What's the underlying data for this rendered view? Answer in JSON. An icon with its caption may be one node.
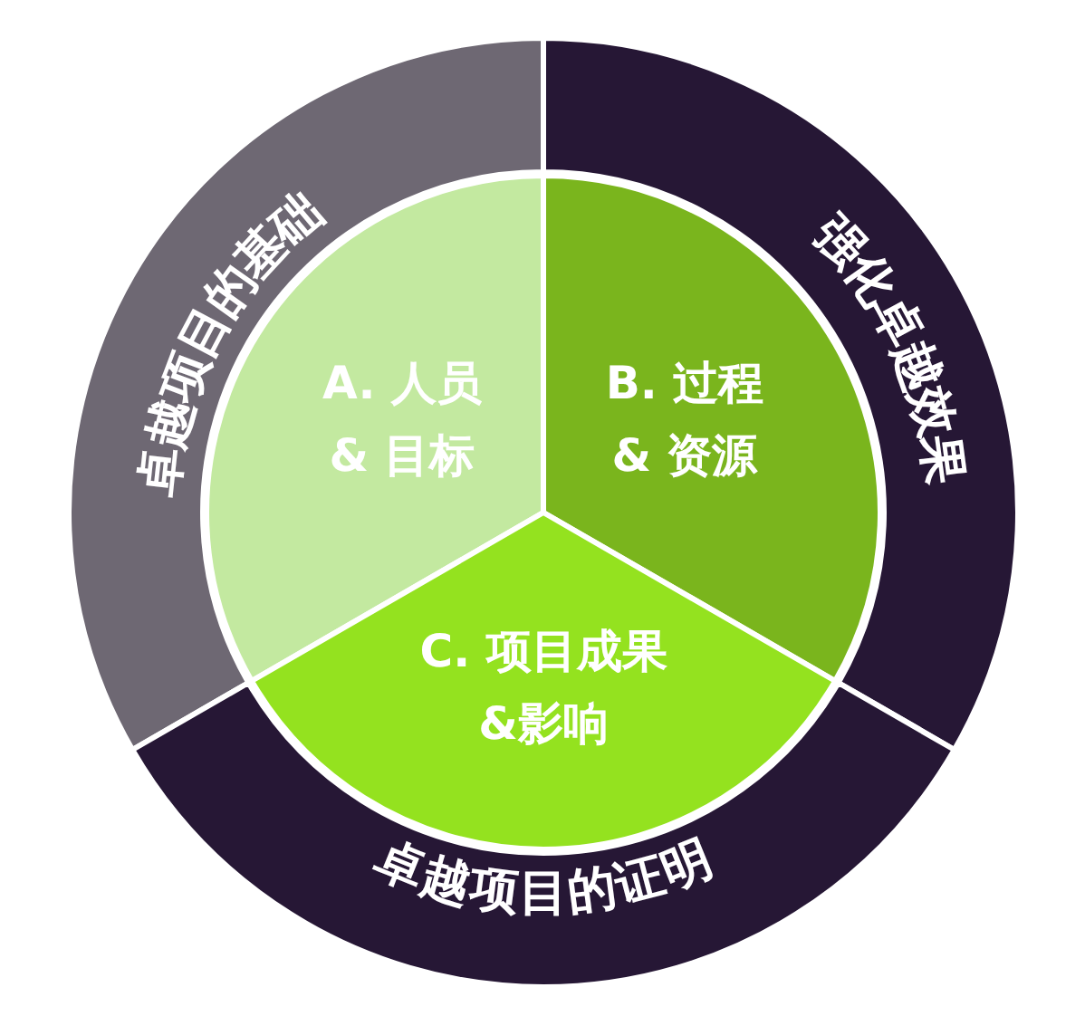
{
  "diagram": {
    "nodes": [
      {
        "text": [
          "卓越项目的基础"
        ]
      },
      {
        "text": [
          "强化卓越效果"
        ]
      },
      {
        "text": [
          "A. 人员 & 目标"
        ]
      },
      {
        "text": [
          "B. 过程 & 资源"
        ]
      },
      {
        "text": [
          "C. 项目成果 &影响"
        ]
      },
      {
        "text": [
          "卓越项目的证明"
        ]
      }
    ]
  }
}
